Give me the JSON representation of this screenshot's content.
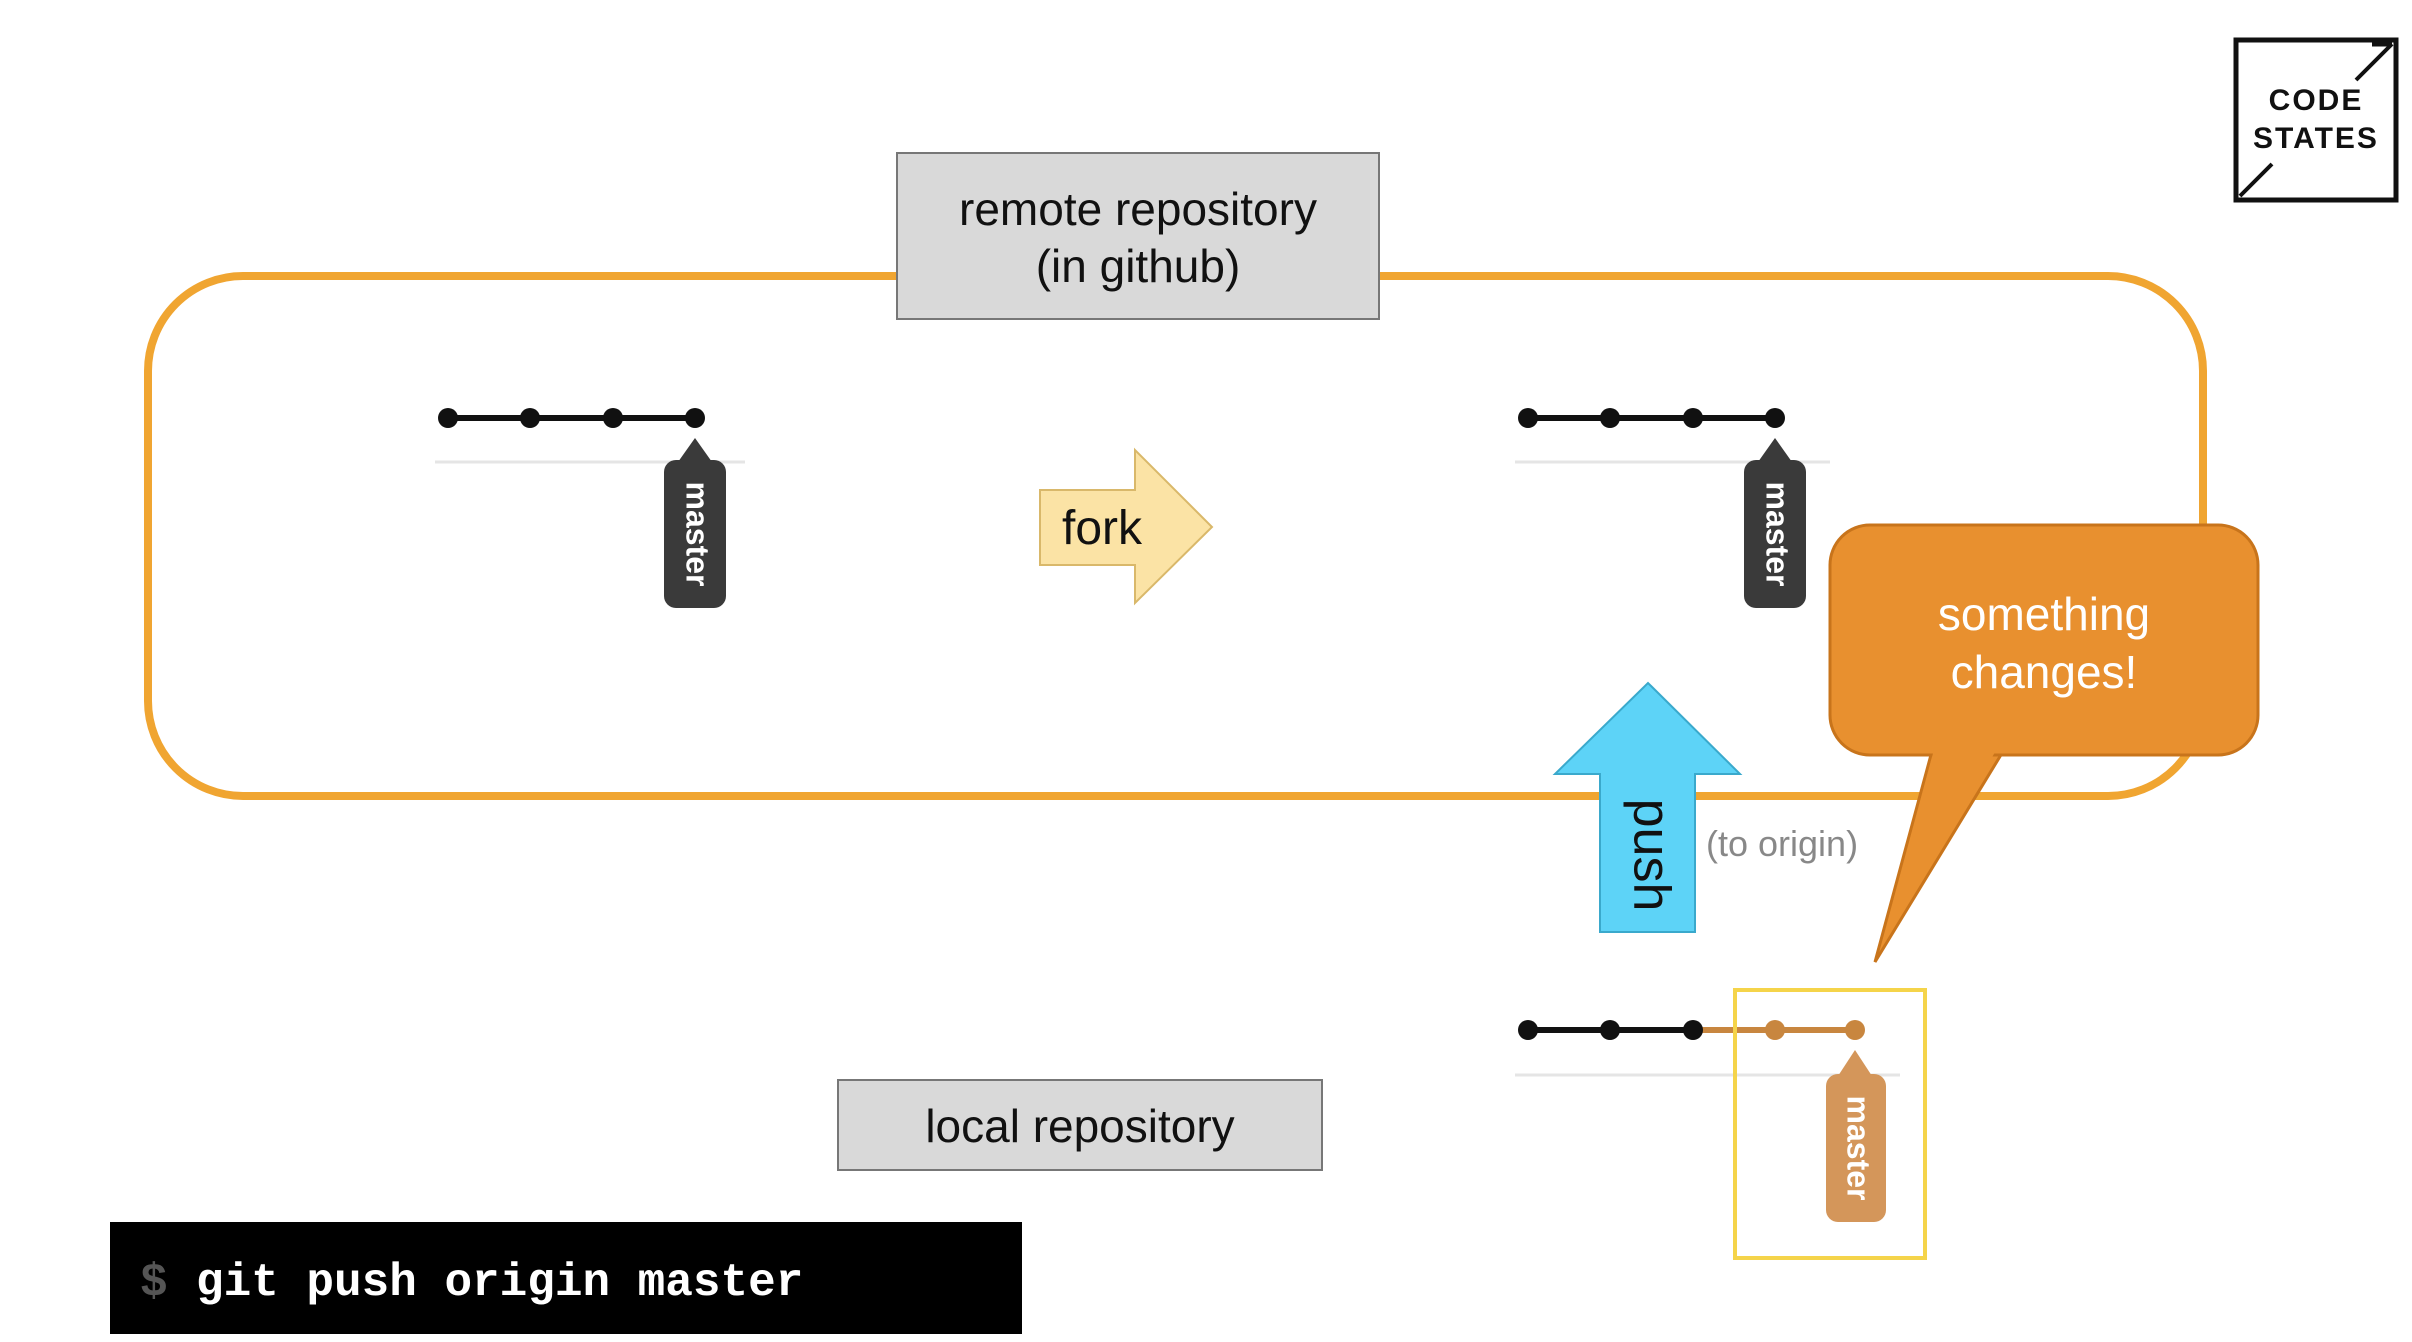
{
  "remote_box": {
    "line1": "remote repository",
    "line2": "(in github)"
  },
  "local_box": {
    "label": "local repository"
  },
  "fork_arrow": {
    "label": "fork"
  },
  "push_arrow": {
    "label": "push",
    "note": "(to origin)"
  },
  "callout": {
    "line1": "something",
    "line2": "changes!"
  },
  "branch_tags": {
    "original": "master",
    "forked": "master",
    "local": "master"
  },
  "command": {
    "prompt": "$",
    "text": "git push origin master"
  },
  "logo": {
    "line1": "CODE",
    "line2": "STATES"
  },
  "colors": {
    "orange_outline": "#f0a531",
    "gray_box": "#d9d9d9",
    "fork_arrow": "#fbe3a5",
    "push_arrow": "#5dd3f7",
    "callout": "#e8902f",
    "tag_dark": "#3a3a3a",
    "tag_orange": "#d4965a",
    "highlight_box": "#f5d44a"
  }
}
